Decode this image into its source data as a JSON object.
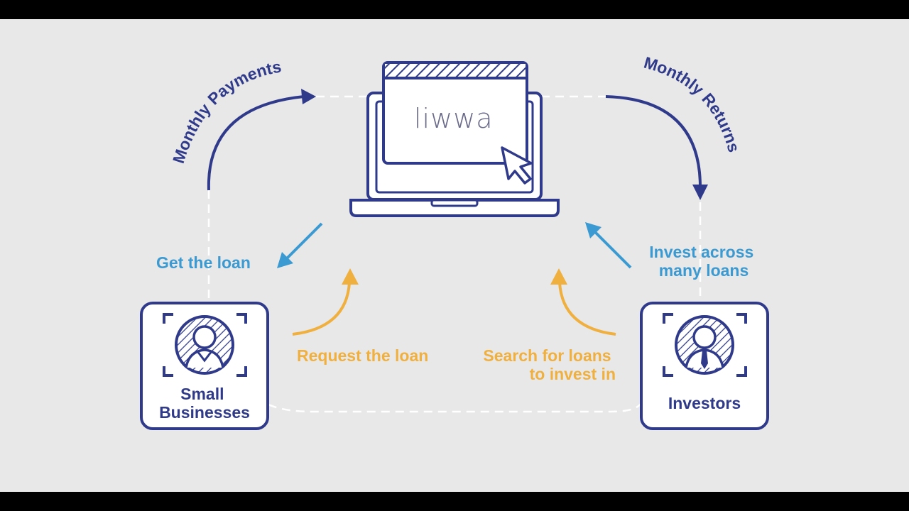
{
  "labels": {
    "monthly_payments": "Monthly Payments",
    "monthly_returns": "Monthly Returns",
    "get_the_loan": "Get the loan",
    "invest_across_line1": "Invest across",
    "invest_across_line2": "many loans",
    "request_the_loan": "Request the loan",
    "search_line1": "Search for loans",
    "search_line2": "to invest in",
    "small_businesses_line1": "Small",
    "small_businesses_line2": "Businesses",
    "investors": "Investors"
  },
  "logo": {
    "text": "liwwa"
  },
  "colors": {
    "navy": "#2f3a8a",
    "blue": "#3b9ad1",
    "orange": "#f0b040",
    "background": "#e8e8e8"
  },
  "icons": [
    "laptop-icon",
    "cursor-icon",
    "business-person-icon",
    "investor-person-icon"
  ]
}
